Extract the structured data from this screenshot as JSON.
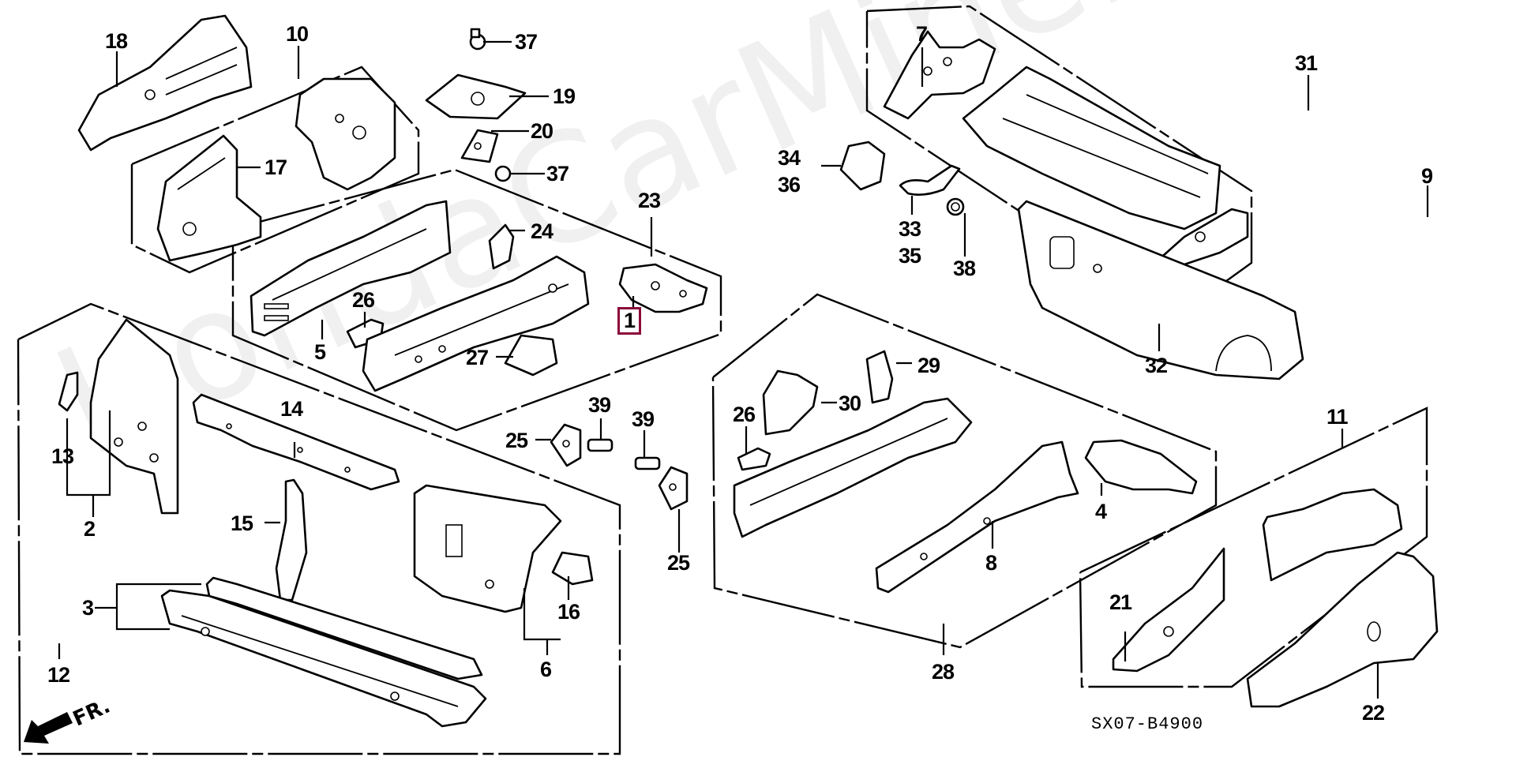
{
  "diagram": {
    "title": "Honda front bulkhead / body frame exploded parts diagram",
    "code": "SX07-B4900",
    "direction_marker": "FR.",
    "watermark": "HondaCarMine.ru",
    "highlight_color": "#8b0a3a",
    "highlighted_part": "1",
    "callouts": [
      {
        "id": "c18",
        "text": "18"
      },
      {
        "id": "c10",
        "text": "10"
      },
      {
        "id": "c17",
        "text": "17"
      },
      {
        "id": "c37a",
        "text": "37"
      },
      {
        "id": "c19",
        "text": "19"
      },
      {
        "id": "c20",
        "text": "20"
      },
      {
        "id": "c37b",
        "text": "37"
      },
      {
        "id": "c23",
        "text": "23"
      },
      {
        "id": "c24",
        "text": "24"
      },
      {
        "id": "c26a",
        "text": "26"
      },
      {
        "id": "c5",
        "text": "5"
      },
      {
        "id": "c27",
        "text": "27"
      },
      {
        "id": "c1",
        "text": "1"
      },
      {
        "id": "c13",
        "text": "13"
      },
      {
        "id": "c2",
        "text": "2"
      },
      {
        "id": "c14",
        "text": "14"
      },
      {
        "id": "c15",
        "text": "15"
      },
      {
        "id": "c3",
        "text": "3"
      },
      {
        "id": "c12",
        "text": "12"
      },
      {
        "id": "c6",
        "text": "6"
      },
      {
        "id": "c16",
        "text": "16"
      },
      {
        "id": "c25a",
        "text": "25"
      },
      {
        "id": "c39a",
        "text": "39"
      },
      {
        "id": "c39b",
        "text": "39"
      },
      {
        "id": "c25b",
        "text": "25"
      },
      {
        "id": "c7",
        "text": "7"
      },
      {
        "id": "c31",
        "text": "31"
      },
      {
        "id": "c9",
        "text": "9"
      },
      {
        "id": "c3436",
        "text": "34\n36"
      },
      {
        "id": "c3335",
        "text": "33\n35"
      },
      {
        "id": "c38",
        "text": "38"
      },
      {
        "id": "c32",
        "text": "32"
      },
      {
        "id": "c29",
        "text": "29"
      },
      {
        "id": "c30",
        "text": "30"
      },
      {
        "id": "c26b",
        "text": "26"
      },
      {
        "id": "c4",
        "text": "4"
      },
      {
        "id": "c8",
        "text": "8"
      },
      {
        "id": "c28",
        "text": "28"
      },
      {
        "id": "c11",
        "text": "11"
      },
      {
        "id": "c21",
        "text": "21"
      },
      {
        "id": "c22",
        "text": "22"
      }
    ]
  }
}
